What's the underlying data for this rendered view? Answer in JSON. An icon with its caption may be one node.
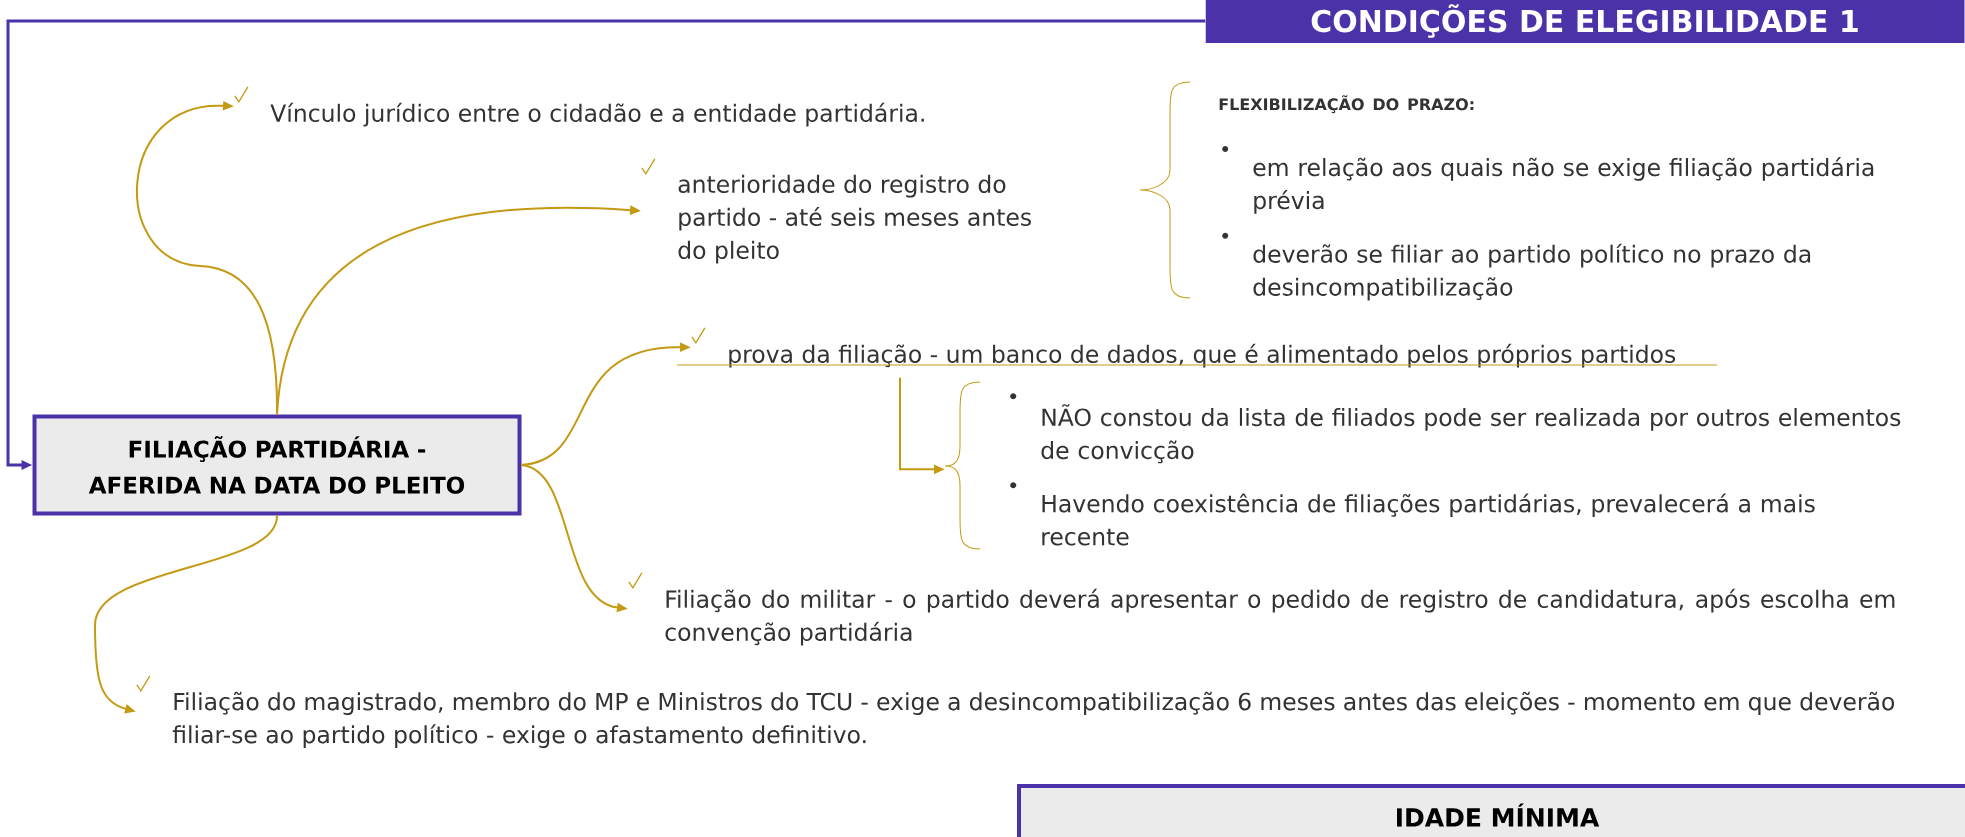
{
  "diagram": {
    "nodes": [
      {
        "text": [
          "CONDIÇÕES DE ELEGIBILIDADE 1"
        ]
      },
      {
        "text": [
          "FILIAÇÃO PARTIDÁRIA - AFERIDA NA DATA DO PLEITO"
        ]
      },
      {
        "text": [
          "Vínculo jurídico entre o cidadão e a entidade partidária."
        ]
      },
      {
        "text": [
          "anterioridade do registro do partido - até seis meses antes do pleito"
        ]
      },
      {
        "text": [
          "FLEXIBILIZAÇÃO DO PRAZO:",
          "em relação aos quais não se exige filiação partidária prévia",
          "deverão se filiar ao partido político no prazo da desincompatibilização"
        ]
      },
      {
        "text": [
          "prova da filiação - um banco de dados, que é alimentado pelos próprios partidos"
        ]
      },
      {
        "text": [
          "NÃO constou da lista de filiados pode ser realizada por outros elementos de convicção",
          "Havendo coexistência de filiações partidárias, prevalecerá a mais recente"
        ]
      },
      {
        "text": [
          "Filiação do militar - o partido deverá apresentar o pedido de registro de candidatura, após escolha em convenção partidária"
        ]
      },
      {
        "text": [
          "Filiação do magistrado, membro do MP e Ministros do TCU - exige a desincompatibilização 6 meses antes das eleições - momento em que deverão filiar-se ao partido político - exige o afastamento definitivo."
        ]
      },
      {
        "text": [
          "IDADE MÍNIMA"
        ]
      }
    ],
    "edges": [
      {
        "from": 0,
        "to": 1,
        "arrow": "to",
        "color": "#4b32a8"
      },
      {
        "from": 1,
        "to": 2,
        "arrow": "to"
      },
      {
        "from": 1,
        "to": 3,
        "arrow": "to"
      },
      {
        "from": 1,
        "to": 5,
        "arrow": "to"
      },
      {
        "from": 1,
        "to": 7,
        "arrow": "to"
      },
      {
        "from": 1,
        "to": 8,
        "arrow": "to"
      },
      {
        "from": 5,
        "to": 6,
        "arrow": "to"
      }
    ]
  }
}
